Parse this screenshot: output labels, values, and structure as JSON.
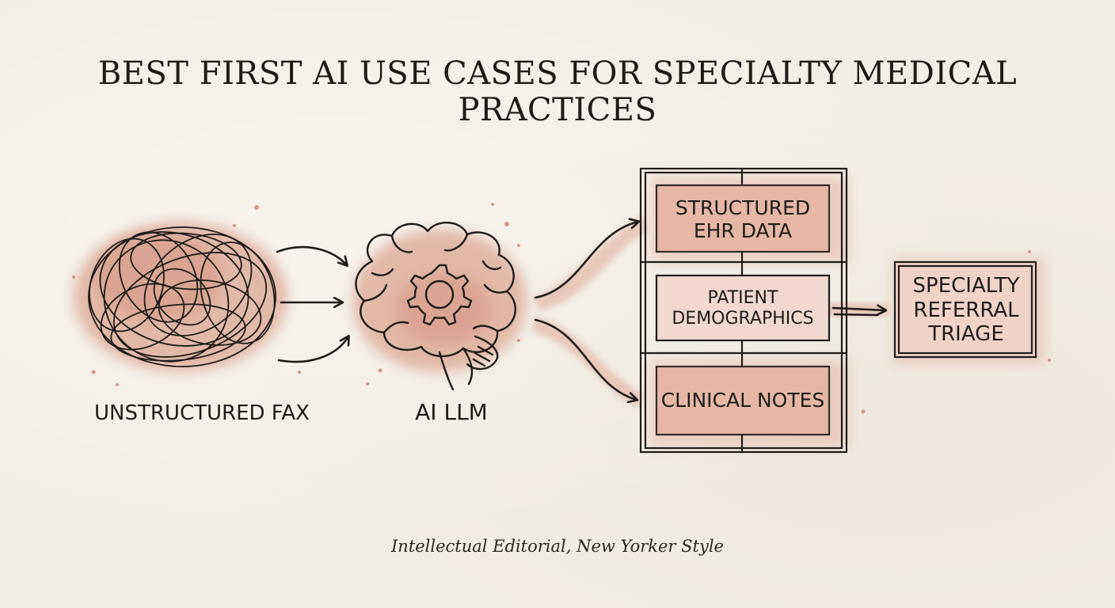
{
  "title": "BEST FIRST AI USE CASES FOR SPECIALTY MEDICAL PRACTICES",
  "nodes": {
    "fax": "UNSTRUCTURED FAX",
    "llm": "AI LLM",
    "ehr": "STRUCTURED EHR DATA",
    "demographics": "PATIENT DEMOGRAPHICS",
    "notes": "CLINICAL NOTES",
    "triage": "SPECIALTY REFERRAL TRIAGE"
  },
  "caption": "Intellectual Editorial, New Yorker Style",
  "colors": {
    "paper": "#f3eee4",
    "wash": "#d9a18d",
    "ink": "#1f1b18"
  },
  "icons": [
    "scribble-icon",
    "brain-gear-icon"
  ]
}
